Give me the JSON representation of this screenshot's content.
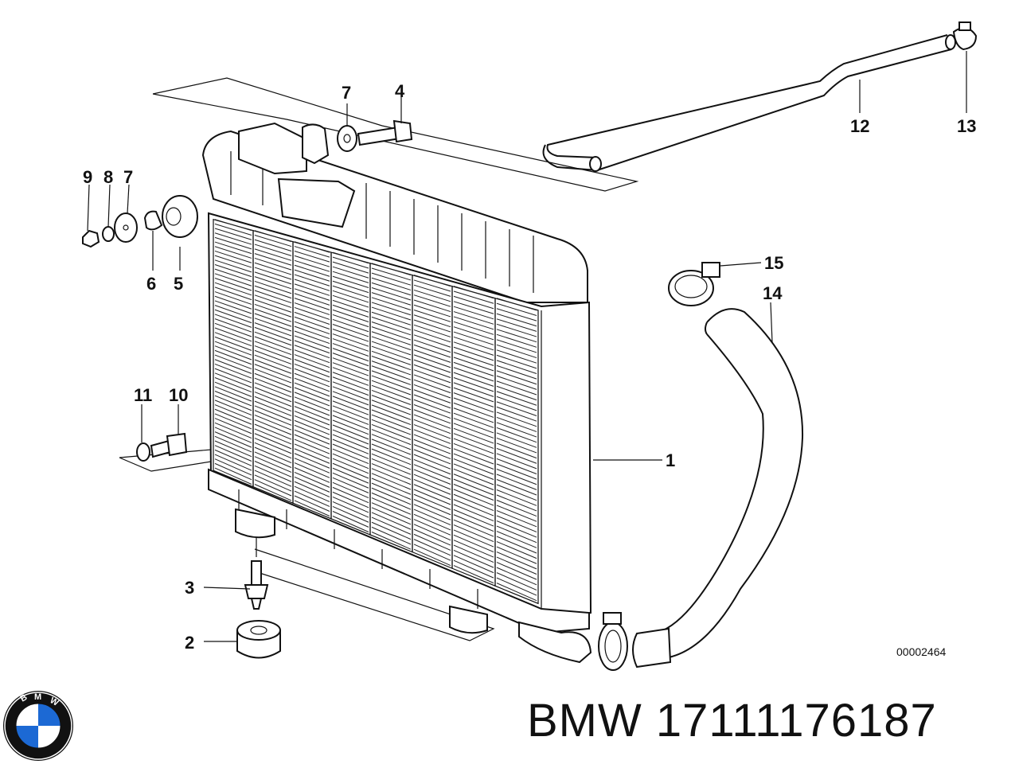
{
  "diagram": {
    "callouts": {
      "p1": "1",
      "p2": "2",
      "p3": "3",
      "p4": "4",
      "p5": "5",
      "p6": "6",
      "p7a": "7",
      "p7b": "7",
      "p8": "8",
      "p9": "9",
      "p10": "10",
      "p11": "11",
      "p12": "12",
      "p13": "13",
      "p14": "14",
      "p15": "15"
    },
    "reference_number": "00002464"
  },
  "brand": {
    "title": "BMW 17111176187",
    "logo_letters": "BMW",
    "logo_colors": {
      "ring": "#111111",
      "blue": "#1c69d4",
      "white": "#ffffff"
    }
  }
}
